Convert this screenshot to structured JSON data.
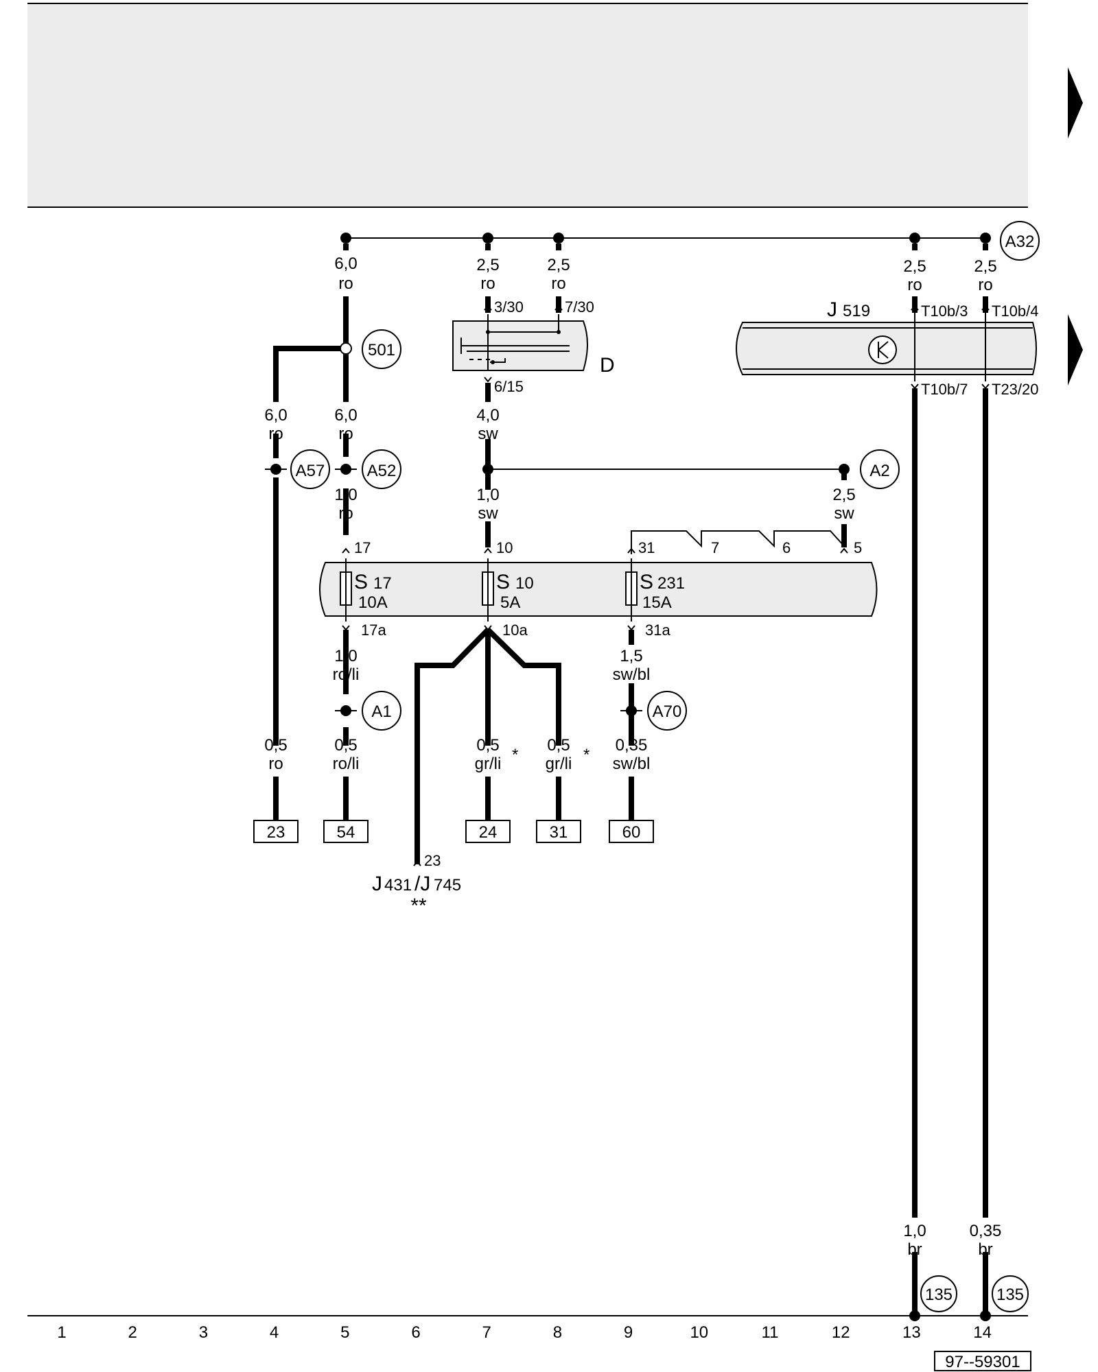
{
  "components": {
    "d": "D",
    "j519": "J",
    "j519_sub": "519",
    "s17": "S",
    "s17_num": "17",
    "s17_rating": "10A",
    "s10": "S",
    "s10_num": "10",
    "s10_rating": "5A",
    "s231": "S",
    "s231_num": "231",
    "s231_rating": "15A",
    "j431": "J",
    "j431_num": "431",
    "j745_sep": "/J",
    "j745_num": "745",
    "j431_note": "**"
  },
  "connectors": {
    "a32": "A32",
    "n501": "501",
    "a57": "A57",
    "a52": "A52",
    "a2": "A2",
    "a1": "A1",
    "a70": "A70",
    "n135a": "135",
    "n135b": "135"
  },
  "pins": {
    "d_3_30": "3/30",
    "d_7_30": "7/30",
    "d_6_15": "6/15",
    "t10b3": "T10b/3",
    "t10b4": "T10b/4",
    "t10b7": "T10b/7",
    "t23_20": "T23/20",
    "p17": "17",
    "p10": "10",
    "p31": "31",
    "p7": "7",
    "p6": "6",
    "p5": "5",
    "p17a": "17a",
    "p10a": "10a",
    "p31a": "31a",
    "p23": "23"
  },
  "wires": {
    "w_top5_size": "6,0",
    "w_top5_color": "ro",
    "w_top7_size": "2,5",
    "w_top7_color": "ro",
    "w_top8_size": "2,5",
    "w_top8_color": "ro",
    "w_top13_size": "2,5",
    "w_top13_color": "ro",
    "w_top14_size": "2,5",
    "w_top14_color": "ro",
    "w_mid4_size": "6,0",
    "w_mid4_color": "ro",
    "w_mid5_size": "6,0",
    "w_mid5_color": "ro",
    "w_mid7_size": "4,0",
    "w_mid7_color": "sw",
    "w_s17_size": "1,0",
    "w_s17_color": "ro",
    "w_s10_size": "1,0",
    "w_s10_color": "sw",
    "w_a2_size": "2,5",
    "w_a2_color": "sw",
    "w_17a_size": "1,0",
    "w_17a_color": "ro/li",
    "w_31a_size": "1,5",
    "w_31a_color": "sw/bl",
    "w_b4_size": "0,5",
    "w_b4_color": "ro",
    "w_b5_size": "0,5",
    "w_b5_color": "ro/li",
    "w_b7_size": "0,5",
    "w_b7_color": "gr/li",
    "w_b8_size": "0,5",
    "w_b8_color": "gr/li",
    "w_b9_size": "0,35",
    "w_b9_color": "sw/bl",
    "w_b13_size": "1,0",
    "w_b13_color": "br",
    "w_b14_size": "0,35",
    "w_b14_color": "br",
    "star": "*"
  },
  "refs": {
    "r23": "23",
    "r54": "54",
    "r24": "24",
    "r31": "31",
    "r60": "60"
  },
  "tracks": [
    "1",
    "2",
    "3",
    "4",
    "5",
    "6",
    "7",
    "8",
    "9",
    "10",
    "11",
    "12",
    "13",
    "14"
  ],
  "diagram_id": "97--59301"
}
